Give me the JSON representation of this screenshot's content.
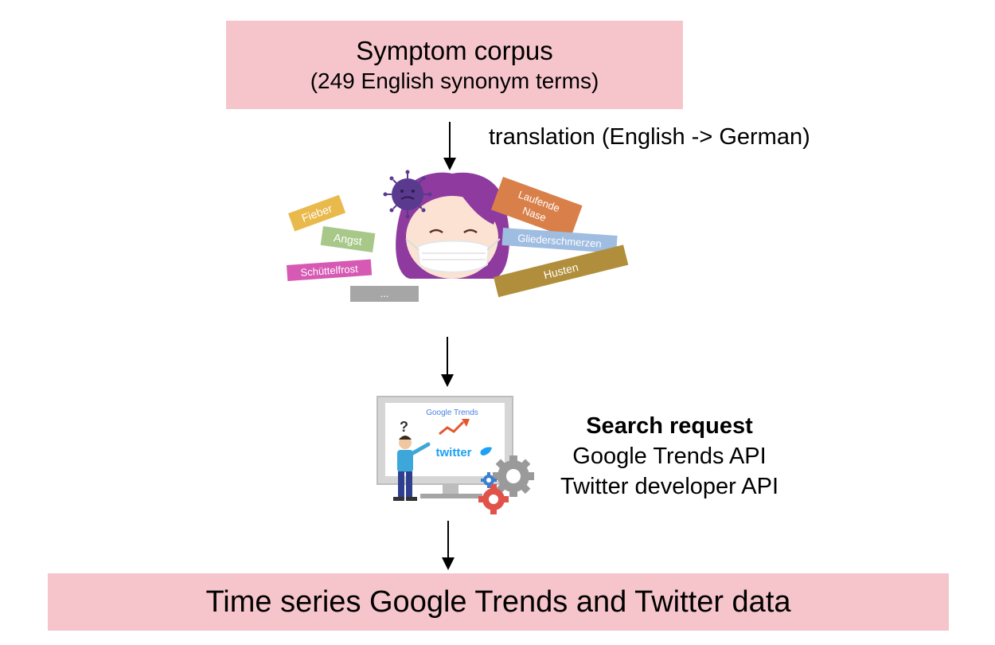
{
  "top_box": {
    "title": "Symptom corpus",
    "subtitle": "(249 English synonym terms)"
  },
  "translation_label": "translation (English -> German)",
  "symptom_tags": [
    {
      "label": "Fieber",
      "color": "#e9b94b"
    },
    {
      "label": "Angst",
      "color": "#a8c88a"
    },
    {
      "label": "Schüttelfrost",
      "color": "#d659b3"
    },
    {
      "label": "...",
      "color": "#a6a6a6"
    },
    {
      "label": "Laufende",
      "color": "#d9804a"
    },
    {
      "label": "Nase",
      "color": "#d9804a"
    },
    {
      "label": "Gliederschmerzen",
      "color": "#9fbde0"
    },
    {
      "label": "Husten",
      "color": "#b08e3b"
    }
  ],
  "monitor": {
    "screen_logo_google": "Google Trends",
    "screen_logo_twitter": "twitter",
    "question_mark": "?"
  },
  "search_block": {
    "title": "Search request",
    "line1": "Google Trends API",
    "line2": "Twitter developer API"
  },
  "bottom_box": {
    "title": "Time series Google Trends and Twitter data"
  },
  "colors": {
    "box_fill": "#f6c5cb",
    "hair": "#8e3a9e",
    "virus": "#5a3a8e"
  }
}
